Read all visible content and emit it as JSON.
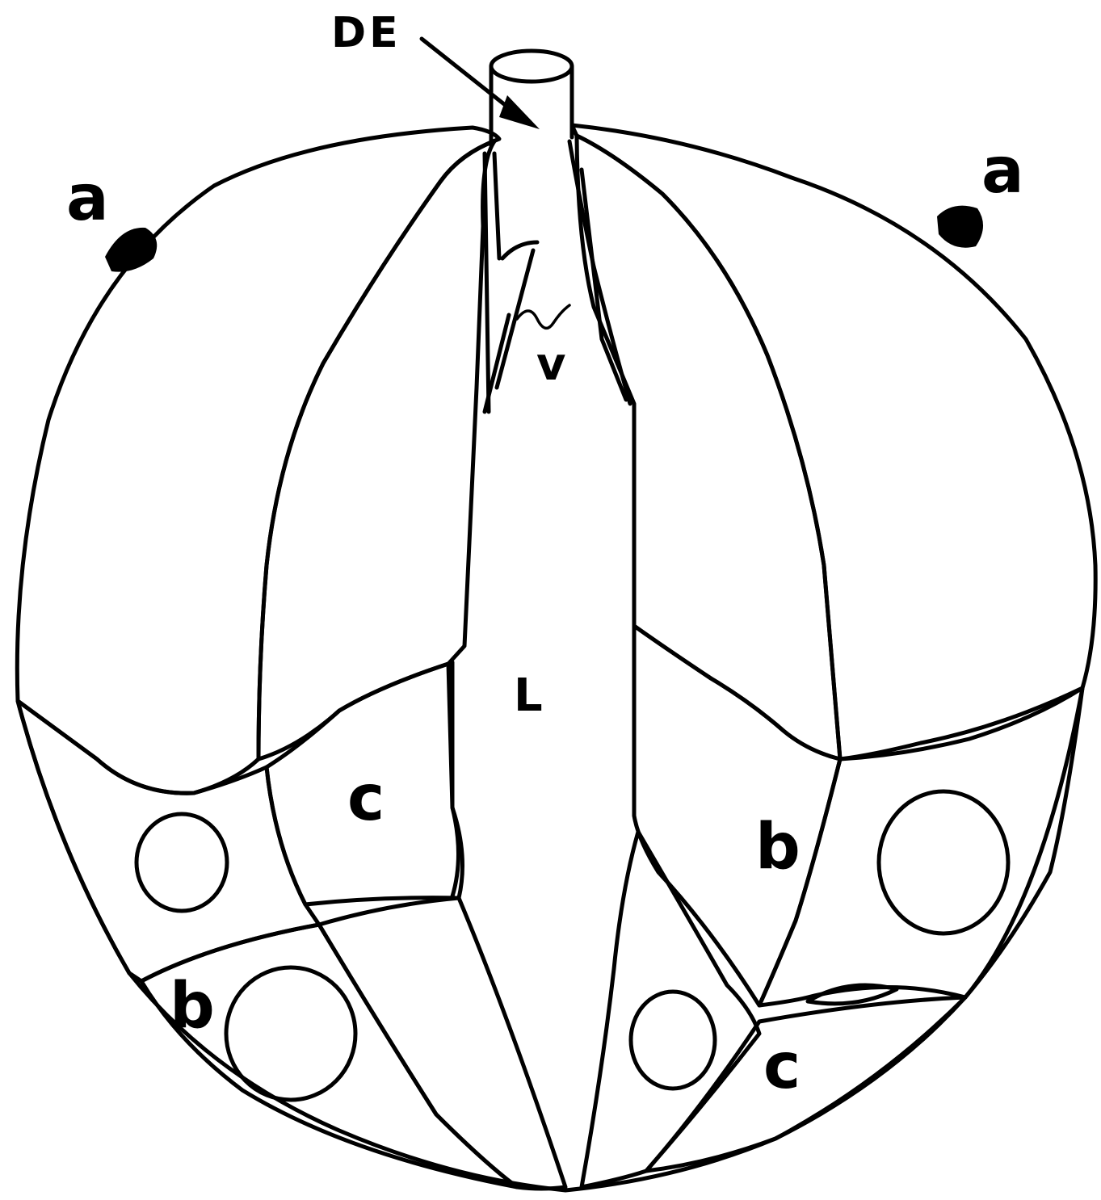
{
  "labels": {
    "de": "DE",
    "a_left": "a",
    "a_right": "a",
    "v": "v",
    "l": "L",
    "c_left": "c",
    "c_right": "c",
    "b_left": "b",
    "b_right": "b"
  },
  "colors": {
    "ink": "#000000",
    "paper": "#ffffff"
  }
}
